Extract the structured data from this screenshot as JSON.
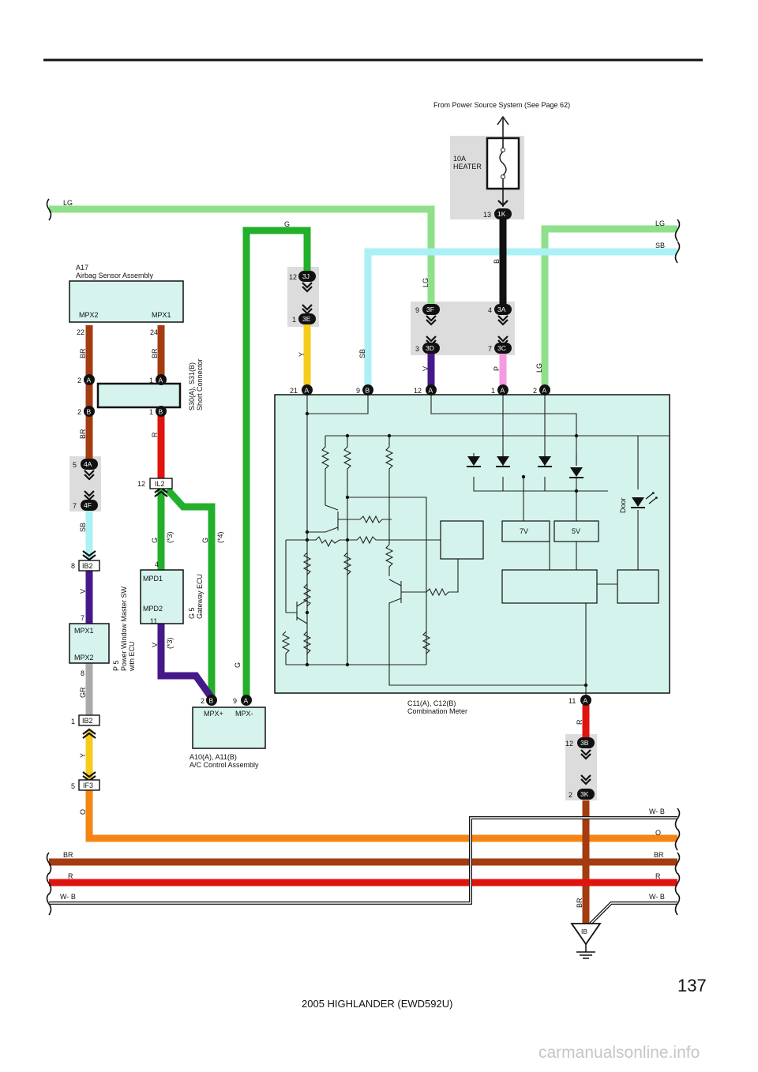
{
  "page_number": "137",
  "footer": "2005 HIGHLANDER (EWD592U)",
  "watermark": "carmanualsonline.info",
  "power_source": {
    "label": "From Power Source System (See Page 62)",
    "fuse_amp": "10A",
    "fuse_name": "HEATER"
  },
  "components": {
    "airbag": {
      "code": "A17",
      "name": "Airbag Sensor Assembly",
      "pin_left": "MPX2",
      "pin_right": "MPX1",
      "num_left": "22",
      "num_right": "24"
    },
    "short_connector": {
      "code": "S30(A), S31(B)",
      "name": "Short Connector"
    },
    "gateway": {
      "code": "G 5",
      "name": "Gateway ECU",
      "pin_top": "MPD1",
      "pin_bottom": "MPD2",
      "num_top": "4",
      "num_bottom": "11"
    },
    "window_sw": {
      "code": "P 5",
      "name": "Power Window Master SW",
      "name2": "with ECU",
      "pin_top": "MPX1",
      "pin_bottom": "MPX2",
      "num_top": "7",
      "num_bottom": "8"
    },
    "ac_control": {
      "code": "A10(A), A11(B)",
      "name": "A/C Control Assembly",
      "pin_left": "MPX+",
      "pin_right": "MPX-"
    },
    "meter": {
      "code": "C11(A), C12(B)",
      "name": "Combination Meter",
      "reg_7v": "7V",
      "reg_5v": "5V",
      "door_label": "Door"
    }
  },
  "notes": {
    "n3": "(*3)",
    "n4": "(*4)"
  },
  "connectors": {
    "c3J": "3J",
    "c3E": "3E",
    "c3F": "3F",
    "c3D": "3D",
    "c3A": "3A",
    "c3C": "3C",
    "c1K": "1K",
    "cA": "A",
    "cB": "B",
    "c4A": "4A",
    "c4F": "4F",
    "cIB2": "IB2",
    "cIF3": "IF3",
    "cIL2": "IL2",
    "c3B": "3B",
    "c3K": "3K",
    "cIB": "IB"
  },
  "pins": {
    "p12": "12",
    "p1": "1",
    "p9": "9",
    "p3": "3",
    "p4": "4",
    "p7": "7",
    "p13": "13",
    "p21": "21",
    "p2": "2",
    "p5": "5",
    "p8": "8",
    "p11": "11"
  },
  "wire_colors": {
    "LG": "LG",
    "SB": "SB",
    "G": "G",
    "Y": "Y",
    "V": "V",
    "P": "P",
    "B": "B",
    "BR": "BR",
    "R": "R",
    "GR": "GR",
    "O": "O",
    "WB": "W- B"
  },
  "colors": {
    "LG": "#8fe08a",
    "SB": "#aaf0f5",
    "G": "#22b02a",
    "Y": "#f6cc1c",
    "V": "#46198a",
    "P": "#f39ae0",
    "B": "#111111",
    "BR": "#a33c10",
    "R": "#e0140e",
    "GR": "#a9aaaa",
    "O": "#f58514",
    "meter_fill": "#d4f3ec",
    "box_fill": "#d6f3ee",
    "splice": "#dcdcdc"
  }
}
